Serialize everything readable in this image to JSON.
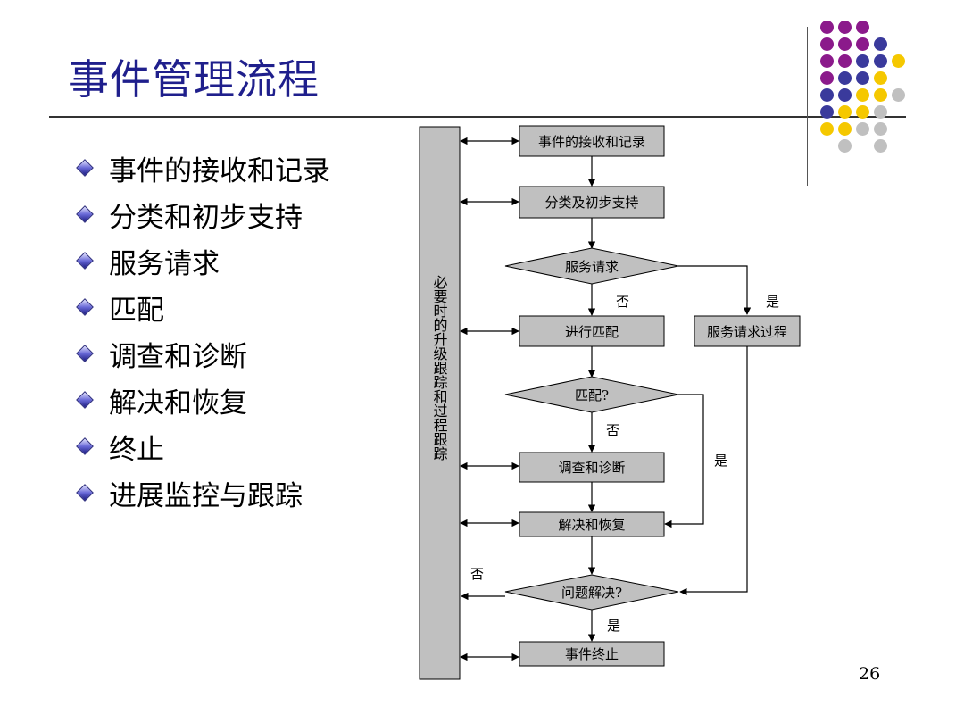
{
  "slide": {
    "title": "事件管理流程",
    "page_number": "26"
  },
  "bullets": [
    "事件的接收和记录",
    "分类和初步支持",
    "服务请求",
    "匹配",
    "调查和诊断",
    "解决和恢复",
    "终止",
    "进展监控与跟踪"
  ],
  "flowchart": {
    "side_bar_label": "必要时的升级跟踪和过程跟踪",
    "nodes": {
      "receive": "事件的接收和记录",
      "classify": "分类及初步支持",
      "service_request": "服务请求",
      "match": "进行匹配",
      "service_process": "服务请求过程",
      "matched": "匹配?",
      "investigate": "调查和诊断",
      "resolve": "解决和恢复",
      "problem_solved": "问题解决?",
      "close": "事件终止"
    },
    "edge_labels": {
      "sr_no": "否",
      "sr_yes": "是",
      "match_no": "否",
      "match_yes": "是",
      "solved_no": "否",
      "solved_yes": "是"
    }
  },
  "decoration": {
    "dot_colors": {
      "purple": "#8b1a8b",
      "blue": "#3a3a9c",
      "yellow": "#f5c800",
      "gray": "#c0c0c0"
    }
  }
}
